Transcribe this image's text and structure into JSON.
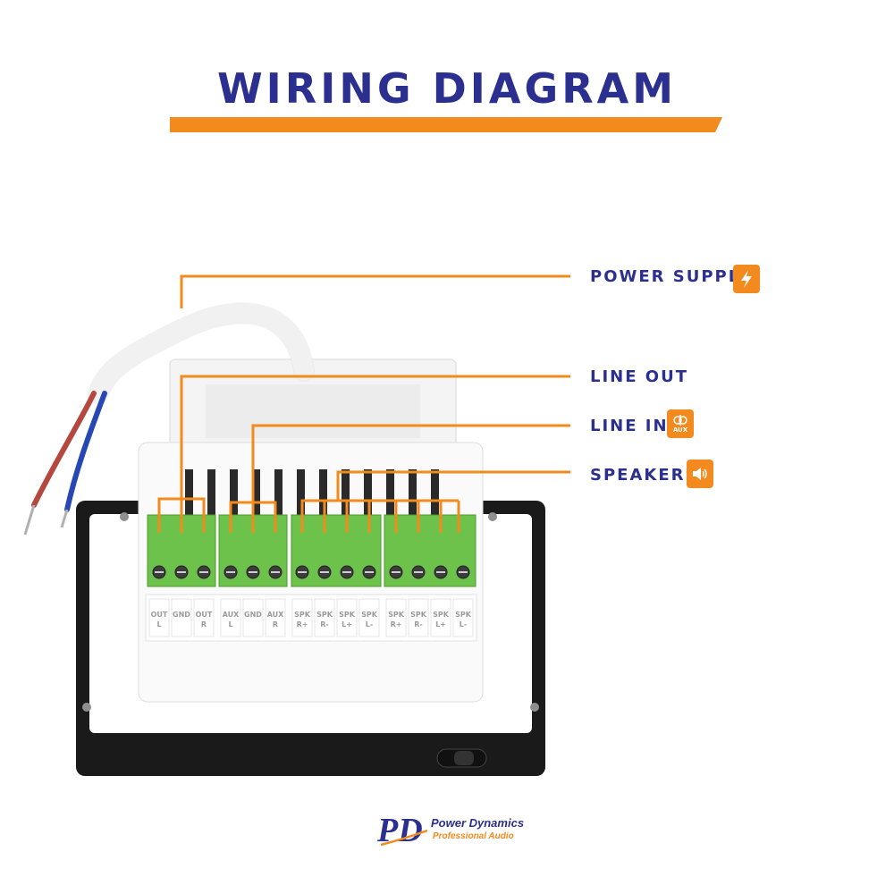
{
  "title": "WIRING DIAGRAM",
  "callouts": {
    "power": {
      "label": "POWER SUPPLY",
      "icon": "lightning-icon"
    },
    "line_out": {
      "label": "LINE OUT"
    },
    "line_in": {
      "label": "LINE IN",
      "icon": "aux-icon",
      "icon_text": "AUX"
    },
    "speakers": {
      "label": "SPEAKERS",
      "icon": "speaker-icon"
    }
  },
  "terminals": [
    {
      "top": "OUT",
      "bottom": "L"
    },
    {
      "top": "GND",
      "bottom": ""
    },
    {
      "top": "OUT",
      "bottom": "R"
    },
    {
      "top": "AUX",
      "bottom": "L"
    },
    {
      "top": "GND",
      "bottom": ""
    },
    {
      "top": "AUX",
      "bottom": "R"
    },
    {
      "top": "SPK",
      "bottom": "R+"
    },
    {
      "top": "SPK",
      "bottom": "R-"
    },
    {
      "top": "SPK",
      "bottom": "L+"
    },
    {
      "top": "SPK",
      "bottom": "L-"
    },
    {
      "top": "SPK",
      "bottom": "R+"
    },
    {
      "top": "SPK",
      "bottom": "R-"
    },
    {
      "top": "SPK",
      "bottom": "L+"
    },
    {
      "top": "SPK",
      "bottom": "L-"
    }
  ],
  "logo": {
    "mark": "PD",
    "name": "Power Dynamics",
    "subtitle": "Professional Audio"
  },
  "colors": {
    "accent": "#f28a1e",
    "title": "#2b2f8f",
    "terminal_green": "#6cc24a"
  }
}
